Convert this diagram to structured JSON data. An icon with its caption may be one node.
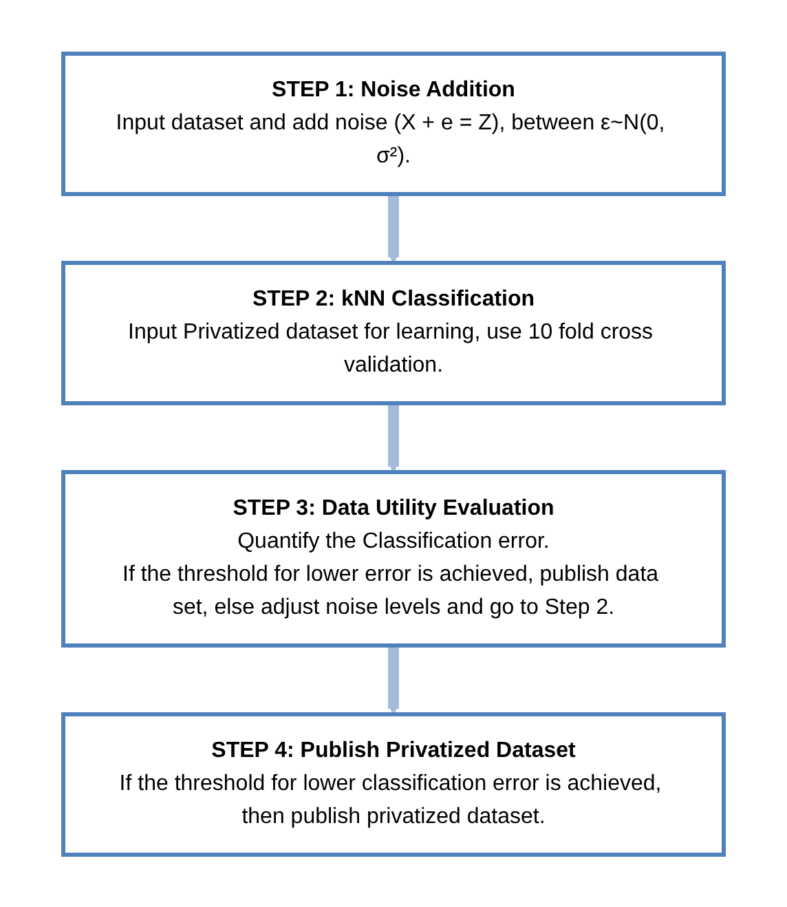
{
  "diagram": {
    "nodes": [
      {
        "text": [
          "STEP 1: Noise Addition",
          "Input dataset and add noise (X + e = Z), between ε~N(0, σ²)."
        ]
      },
      {
        "text": [
          "STEP 2: kNN Classification",
          "Input Privatized dataset for learning, use 10 fold cross validation."
        ]
      },
      {
        "text": [
          "STEP 3: Data Utility Evaluation",
          "Quantify the Classification error.",
          "If the threshold for lower error is achieved, publish data set, else adjust noise levels and go to Step 2."
        ]
      },
      {
        "text": [
          "STEP 4: Publish Privatized Dataset",
          "If the threshold for lower classification error is achieved, then publish privatized dataset."
        ]
      }
    ],
    "edges": [
      {
        "from": 0,
        "to": 1,
        "arrow": "to"
      },
      {
        "from": 1,
        "to": 2,
        "arrow": "to"
      },
      {
        "from": 2,
        "to": 3,
        "arrow": "to"
      }
    ]
  }
}
